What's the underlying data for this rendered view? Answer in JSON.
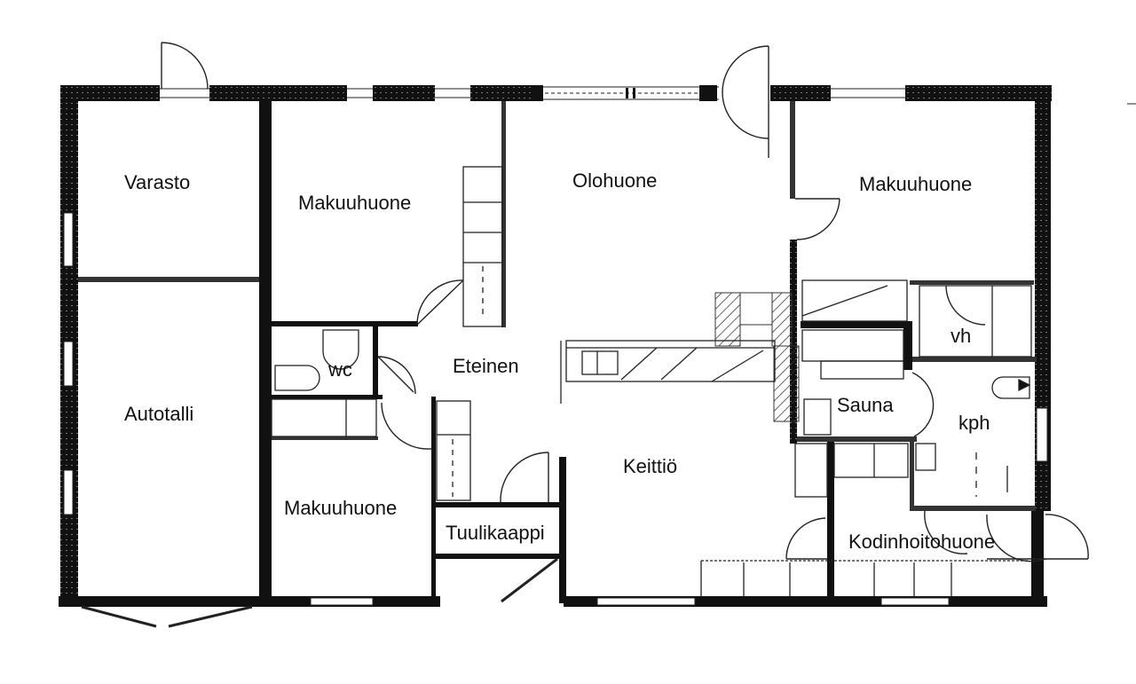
{
  "plan": {
    "title": "Floor plan",
    "colors": {
      "wall": "#111111",
      "line": "#222222",
      "hatch": "#333333",
      "background": "#ffffff"
    }
  },
  "rooms": {
    "varasto": {
      "label": "Varasto"
    },
    "makuuhuone_nw": {
      "label": "Makuuhuone"
    },
    "olohuone": {
      "label": "Olohuone"
    },
    "makuuhuone_ne": {
      "label": "Makuuhuone"
    },
    "autotalli": {
      "label": "Autotalli"
    },
    "wc": {
      "label": "wc"
    },
    "eteinen": {
      "label": "Eteinen"
    },
    "vh": {
      "label": "vh"
    },
    "sauna": {
      "label": "Sauna"
    },
    "kph": {
      "label": "kph"
    },
    "keittio": {
      "label": "Keittiö"
    },
    "makuuhuone_sw": {
      "label": "Makuuhuone"
    },
    "tuulikaappi": {
      "label": "Tuulikaappi"
    },
    "kodinhoitohuone": {
      "label": "Kodinhoitohuone"
    }
  }
}
